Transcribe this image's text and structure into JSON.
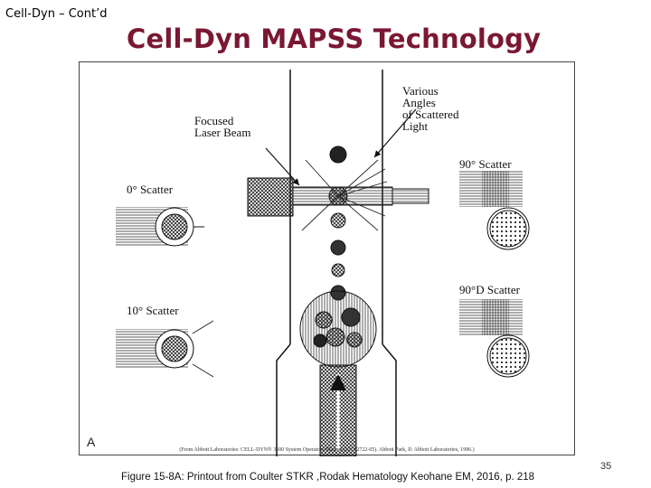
{
  "header": {
    "section_label": "Cell-Dyn – Cont’d",
    "title": "Cell-Dyn MAPSS Technology"
  },
  "figure": {
    "panel_letter": "A",
    "labels": {
      "focused_laser_line1": "Focused",
      "focused_laser_line2": "Laser Beam",
      "various_line1": "Various",
      "various_line2": "Angles",
      "various_line3": "of Scattered",
      "various_line4": "Light",
      "scatter_0": "0° Scatter",
      "scatter_10": "10° Scatter",
      "scatter_90": "90° Scatter",
      "scatter_90d": "90°D Scatter"
    },
    "credit": "(From Abbott Laboratories: CELL-DYN® 3500 System Operators Manual (LN 62722-05). Abbott Park, Il: Abbott Laboratories, 1996.)"
  },
  "footer": {
    "page_number": "35",
    "caption": "Figure 15-8A: Printout from Coulter STKR ,Rodak Hematology Keohane EM, 2016, p. 218"
  }
}
